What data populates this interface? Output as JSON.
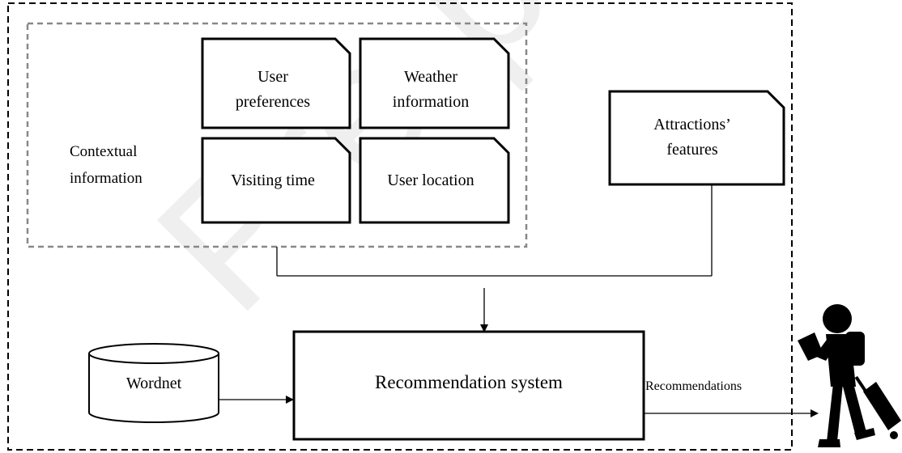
{
  "watermark": "Pre-proof",
  "contextual_group": {
    "label": "Contextual\ninformation"
  },
  "cards": {
    "user_preferences": "User\npreferences",
    "weather_information": "Weather\ninformation",
    "visiting_time": "Visiting time",
    "user_location": "User location",
    "attractions_features": "Attractions’\nfeatures"
  },
  "database": {
    "label": "Wordnet"
  },
  "system": {
    "label": "Recommendation system"
  },
  "output": {
    "label": "Recommendations"
  },
  "icons": {
    "traveler": "traveler-with-laptop-and-suitcase-icon"
  }
}
